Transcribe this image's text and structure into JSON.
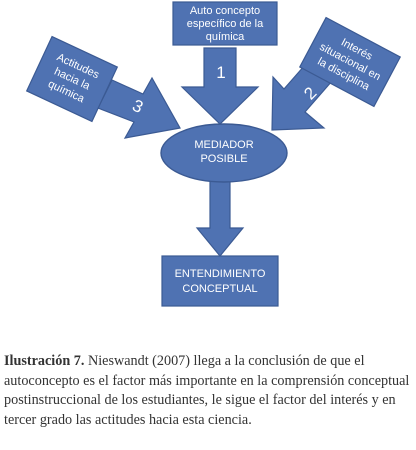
{
  "diagram": {
    "colors": {
      "fill": "#4f72b2",
      "stroke": "#3b5a93",
      "text": "#ffffff"
    },
    "nodes": {
      "auto": [
        "Auto concepto",
        "específico de la",
        "química"
      ],
      "interes": [
        "Interés",
        "situacional en",
        "la disciplina"
      ],
      "actitudes": [
        "Actitudes",
        "hacia la",
        "química"
      ],
      "mediador": [
        "MEDIADOR",
        "POSIBLE"
      ],
      "entendimiento": [
        "ENTENDIMIENTO",
        "CONCEPTUAL"
      ]
    },
    "arrows": {
      "one": "1",
      "two": "2",
      "three": "3"
    }
  },
  "caption": {
    "label": "Ilustración 7.",
    "text": " Nieswandt (2007) llega a la conclusión de que el autoconcepto es el factor más importante en la comprensión conceptual postinstruccional de los estudiantes, le sigue el factor del interés y en tercer grado las actitudes hacia esta ciencia."
  }
}
